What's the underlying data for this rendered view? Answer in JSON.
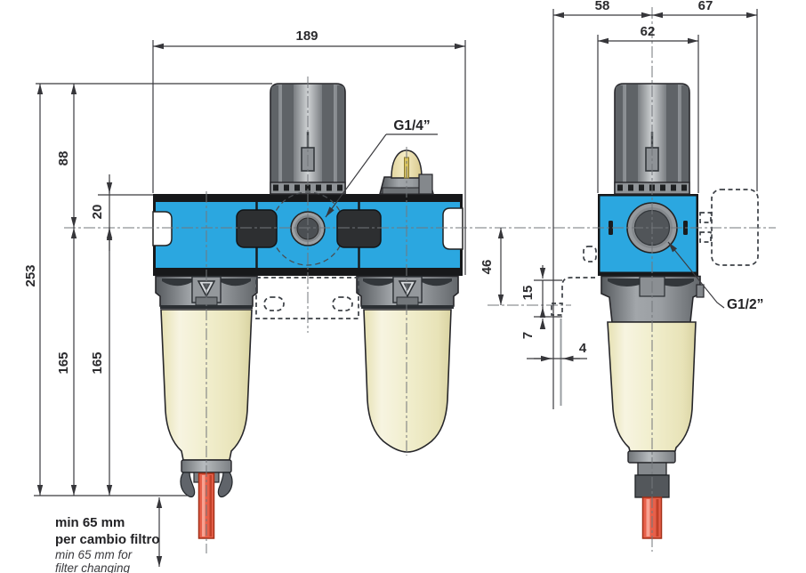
{
  "diagram": {
    "type": "technical-drawing",
    "subject": "FRL pneumatic unit (filter - regulator - lubricator), front and side views with dimensions",
    "units": "mm"
  },
  "dimensions": {
    "front_overall_width": "189",
    "overall_height": "253",
    "knob_top_to_port_axis": "88",
    "body_top_to_port_axis": "20",
    "axis_to_bottom_chain1": "165",
    "axis_to_bottom_chain2": "165",
    "side_front_of_axis": "58",
    "side_rear_of_axis": "67",
    "side_body_width": "62",
    "axis_to_bracket_hole": "46",
    "bracket_step_height": "15",
    "bracket_hole_to_foot": "7",
    "bracket_thickness": "4"
  },
  "port_labels": {
    "gauge_port": "G1/4”",
    "main_port": "G1/2”"
  },
  "note": {
    "italian_line1": "min 65 mm",
    "italian_line2": "per cambio filtro",
    "english_line1": "min 65 mm for",
    "english_line2": "filter changing"
  },
  "colors": {
    "body_blue": "#2BA7E0",
    "body_dark": "#17181a",
    "bowl_cream": "#F0ECC8",
    "drain_red": "#E7604A",
    "metal_gray": "#94989C",
    "line_color": "#3b3b3f"
  }
}
